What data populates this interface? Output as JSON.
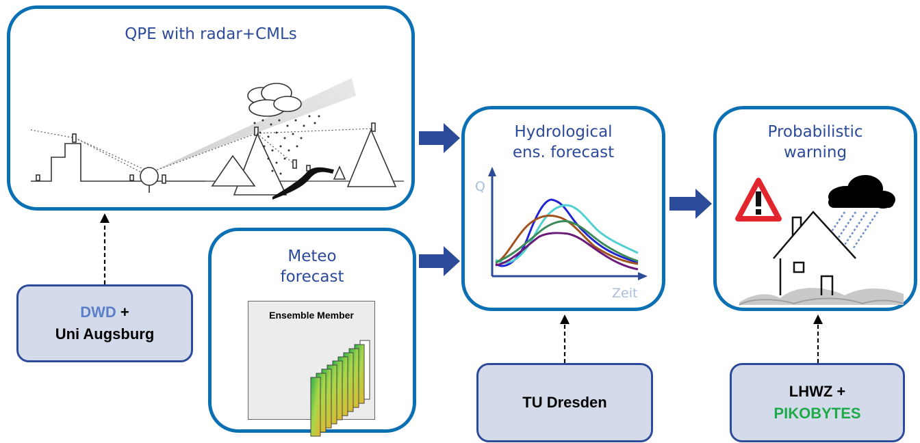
{
  "boxes": {
    "qpe": {
      "title": "QPE with radar+CMLs"
    },
    "meteo": {
      "title": "Meteo\nforecast",
      "ensemble_label": "Ensemble Member"
    },
    "hydro": {
      "title": "Hydrological\nens. forecast",
      "y_axis": "Q",
      "x_axis": "Zeit"
    },
    "warning": {
      "title": "Probabilistic\nwarning"
    }
  },
  "orgs": {
    "dwd": {
      "part1": "DWD",
      "part2": " +",
      "part3": "Uni Augsburg"
    },
    "tud": {
      "name": "TU Dresden"
    },
    "lhwz": {
      "part1": "LHWZ +",
      "part2": "PIKOBYTES"
    }
  },
  "colors": {
    "box_border": "#0b6fb4",
    "title_text": "#2c4a9a",
    "org_fill": "#d3dbea",
    "dwd": "#5b7fc9",
    "pikobytes": "#1faa4a",
    "arrow": "#2c4a9a"
  }
}
